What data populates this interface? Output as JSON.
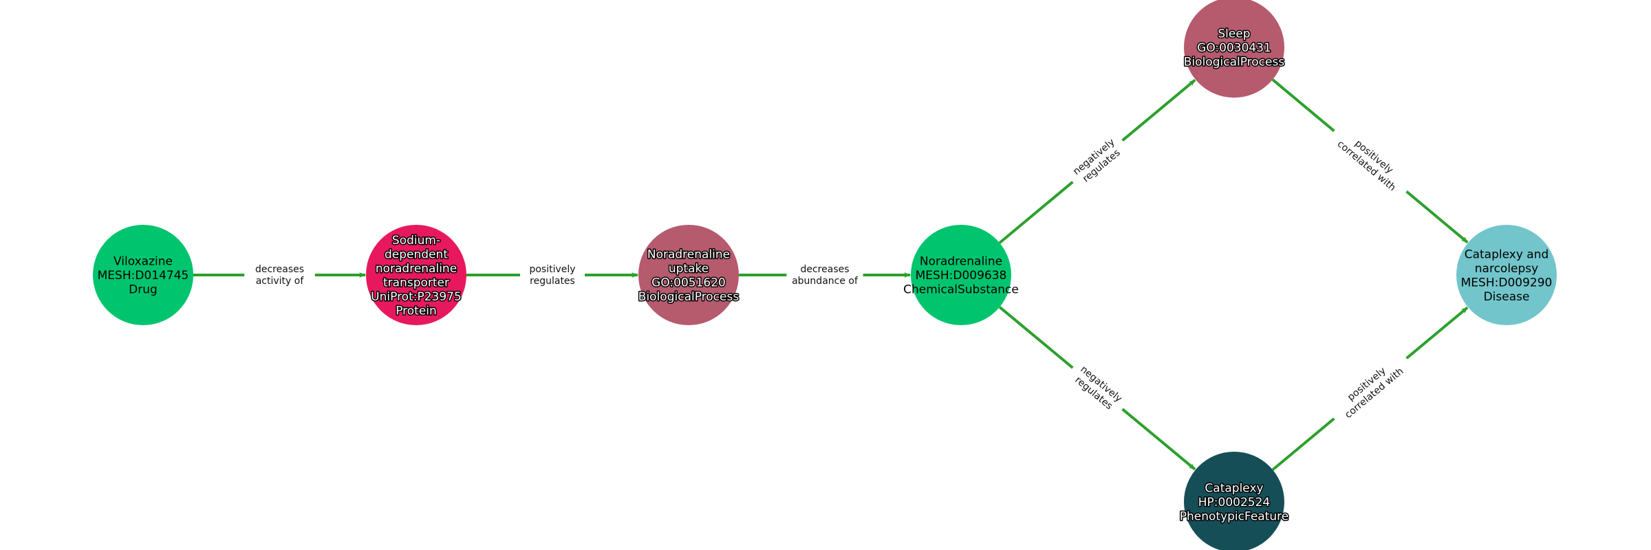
{
  "graph": {
    "edge_color": "#2ca02c",
    "nodes": [
      {
        "id": "viloxazine",
        "lines": [
          "Viloxazine",
          "MESH:D014745",
          "Drug"
        ],
        "color": "#00c46e",
        "text": "dark"
      },
      {
        "id": "net",
        "lines": [
          "Sodium-",
          "dependent",
          "noradrenaline",
          "transporter",
          "UniProt:P23975",
          "Protein"
        ],
        "color": "#e8185e",
        "text": "light"
      },
      {
        "id": "uptake",
        "lines": [
          "Noradrenaline",
          "uptake",
          "GO:0051620",
          "BiologicalProcess"
        ],
        "color": "#b65a6e",
        "text": "light"
      },
      {
        "id": "noradrenaline",
        "lines": [
          "Noradrenaline",
          "MESH:D009638",
          "ChemicalSubstance"
        ],
        "color": "#00c46e",
        "text": "dark"
      },
      {
        "id": "sleep",
        "lines": [
          "Sleep",
          "GO:0030431",
          "BiologicalProcess"
        ],
        "color": "#b65a6e",
        "text": "light"
      },
      {
        "id": "cataplexy_narcolepsy",
        "lines": [
          "Cataplexy and",
          "narcolepsy",
          "MESH:D009290",
          "Disease"
        ],
        "color": "#72c5cb",
        "text": "dark"
      },
      {
        "id": "cataplexy",
        "lines": [
          "Cataplexy",
          "HP:0002524",
          "PhenotypicFeature"
        ],
        "color": "#164e58",
        "text": "light"
      }
    ],
    "edges": [
      {
        "from": "viloxazine",
        "to": "net",
        "lines": [
          "decreases",
          "activity of"
        ]
      },
      {
        "from": "net",
        "to": "uptake",
        "lines": [
          "positively",
          "regulates"
        ]
      },
      {
        "from": "uptake",
        "to": "noradrenaline",
        "lines": [
          "decreases",
          "abundance of"
        ]
      },
      {
        "from": "noradrenaline",
        "to": "sleep",
        "lines": [
          "negatively",
          "regulates"
        ]
      },
      {
        "from": "noradrenaline",
        "to": "cataplexy",
        "lines": [
          "negatively",
          "regulates"
        ]
      },
      {
        "from": "sleep",
        "to": "cataplexy_narcolepsy",
        "lines": [
          "positively",
          "correlated with"
        ]
      },
      {
        "from": "cataplexy",
        "to": "cataplexy_narcolepsy",
        "lines": [
          "positively",
          "correlated with"
        ]
      }
    ]
  }
}
